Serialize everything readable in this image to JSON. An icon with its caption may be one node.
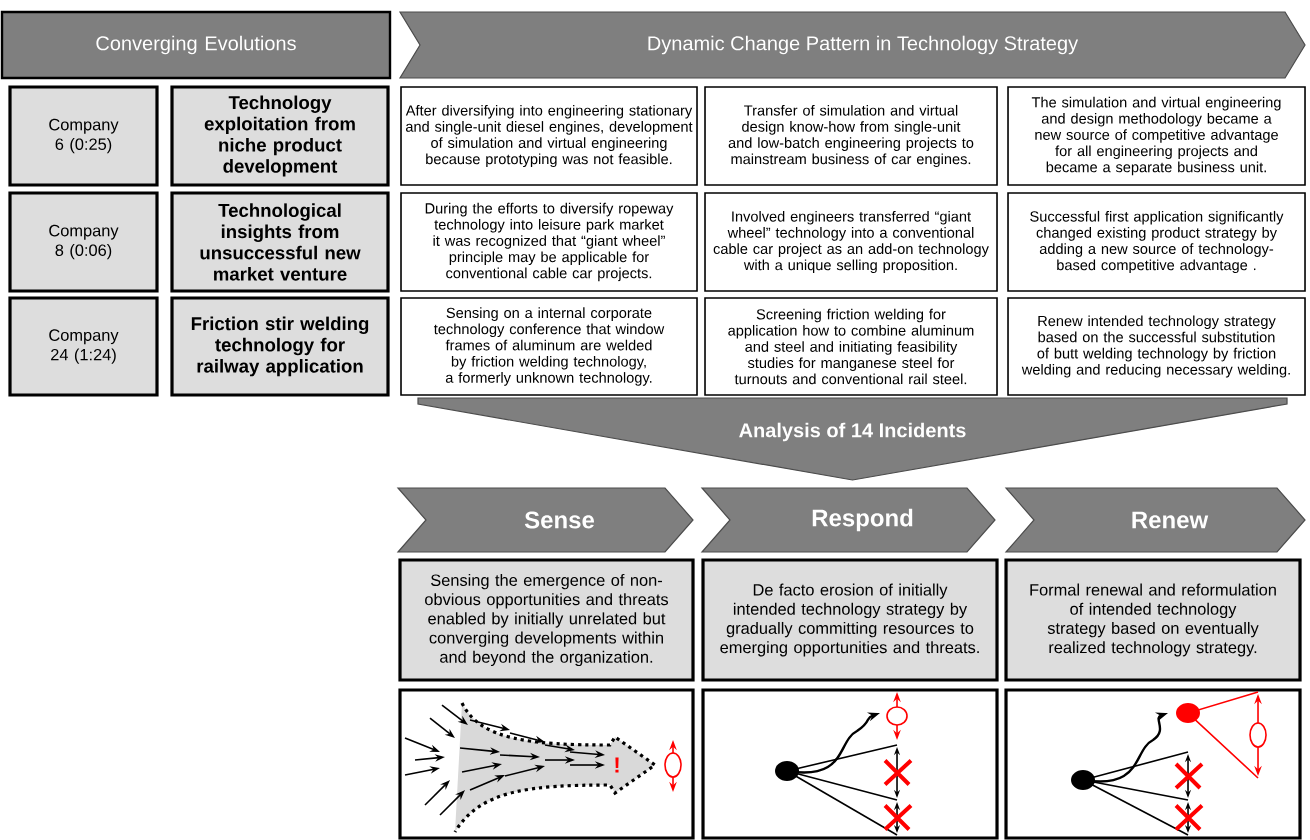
{
  "diagram": {
    "nodes": [
      {
        "text": [
          "Converging Evolutions"
        ]
      },
      {
        "text": [
          "Dynamic Change Pattern in Technology Strategy"
        ]
      },
      {
        "text": [
          "Company 6 (0:25)"
        ]
      },
      {
        "text": [
          "Technology exploitation from niche product development"
        ]
      },
      {
        "text": [
          "After diversifying into engineering stationary and single-unit diesel engines, development of simulation and virtual engineering because prototyping was not feasible."
        ]
      },
      {
        "text": [
          "Transfer of simulation and virtual design know-how from single-unit and low-batch engineering projects to mainstream business of car engines."
        ]
      },
      {
        "text": [
          "The simulation and virtual engineering and design methodology became a new source of competitive advantage for all engineering projects and became a separate business unit."
        ]
      },
      {
        "text": [
          "Company 8 (0:06)"
        ]
      },
      {
        "text": [
          "Technological insights from unsuccessful new market venture"
        ]
      },
      {
        "text": [
          "During the efforts to diversify ropeway technology into leisure park market it was recognized that “giant wheel” principle may be applicable for conventional cable car projects."
        ]
      },
      {
        "text": [
          "Involved engineers transferred “giant wheel” technology into a conventional cable car project as an add-on technology with a unique selling proposition."
        ]
      },
      {
        "text": [
          "Successful first application significantly changed existing product strategy by adding a new source of technology-based competitive advantage ."
        ]
      },
      {
        "text": [
          "Company 24 (1:24)"
        ]
      },
      {
        "text": [
          "Friction stir welding technology for railway application"
        ]
      },
      {
        "text": [
          "Sensing on a internal corporate technology conference that window frames of aluminum are welded by friction welding technology, a formerly unknown technology."
        ]
      },
      {
        "text": [
          "Screening friction welding for application how to combine aluminum and steel and initiating feasibility studies for manganese steel for turnouts and conventional rail steel."
        ]
      },
      {
        "text": [
          "Renew intended technology strategy based on the successful substitution of butt welding technology by friction welding and reducing necessary welding."
        ]
      },
      {
        "text": [
          "Analysis of 14 Incidents"
        ]
      },
      {
        "text": [
          "Sense"
        ]
      },
      {
        "text": [
          "Respond"
        ]
      },
      {
        "text": [
          "Renew"
        ]
      },
      {
        "text": [
          "Sensing the emergence of non-obvious opportunities and threats enabled by initially unrelated but converging developments within and beyond the organization."
        ]
      },
      {
        "text": [
          "De facto erosion of initially intended  technology strategy by gradually committing resources to emerging opportunities and threats."
        ]
      },
      {
        "text": [
          "Formal renewal and reformulation of intended technology strategy based on eventually realized technology strategy."
        ]
      },
      {
        "text": [],
        "shape": "picture"
      },
      {
        "text": [],
        "shape": "picture"
      },
      {
        "text": [],
        "shape": "picture"
      }
    ],
    "labels": [
      "!"
    ]
  }
}
